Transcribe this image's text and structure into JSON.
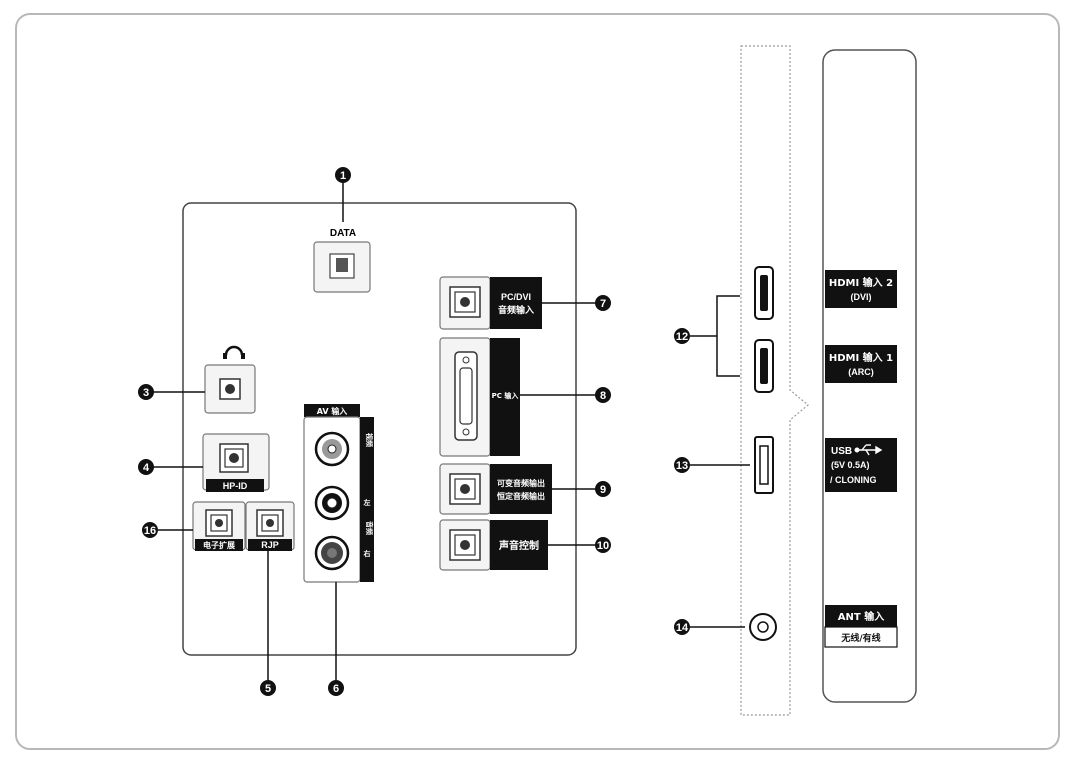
{
  "back_panel": {
    "data_port": {
      "marker": "1",
      "label": "DATA"
    },
    "headphone": {
      "marker": "3"
    },
    "hp_id": {
      "marker": "4",
      "label": "HP-ID"
    },
    "rjp": {
      "marker": "5",
      "label": "RJP"
    },
    "av_in": {
      "marker": "6",
      "label": "AV 输入",
      "side_labels": [
        "视频",
        "音频",
        "左",
        "右"
      ]
    },
    "pc_dvi_audio": {
      "marker": "7",
      "label_line1": "PC/DVI",
      "label_line2": "音频输入"
    },
    "pc_in": {
      "marker": "8",
      "label": "PC 输入"
    },
    "audio_out": {
      "marker": "9",
      "label_line1": "可变音频输出",
      "label_line2": "恒定音频输出"
    },
    "sound_control": {
      "marker": "10",
      "label": "声音控制"
    },
    "ext_control": {
      "marker": "16",
      "label": "电子扩展"
    }
  },
  "side_panel": {
    "hdmi_marker": "12",
    "usb_marker": "13",
    "ant_marker": "14",
    "hdmi2": {
      "line1": "HDMI 输入 2",
      "line2": "(DVI)"
    },
    "hdmi1": {
      "line1": "HDMI 输入 1",
      "line2": "(ARC)"
    },
    "usb": {
      "line1": "USB",
      "line2": "(5V 0.5A)",
      "line3": "/ CLONING"
    },
    "ant": {
      "line1": "ANT 输入",
      "line2": "无线/有线"
    }
  },
  "icons": {
    "usb_symbol": "usb-icon",
    "headphone_symbol": "headphone-icon"
  }
}
